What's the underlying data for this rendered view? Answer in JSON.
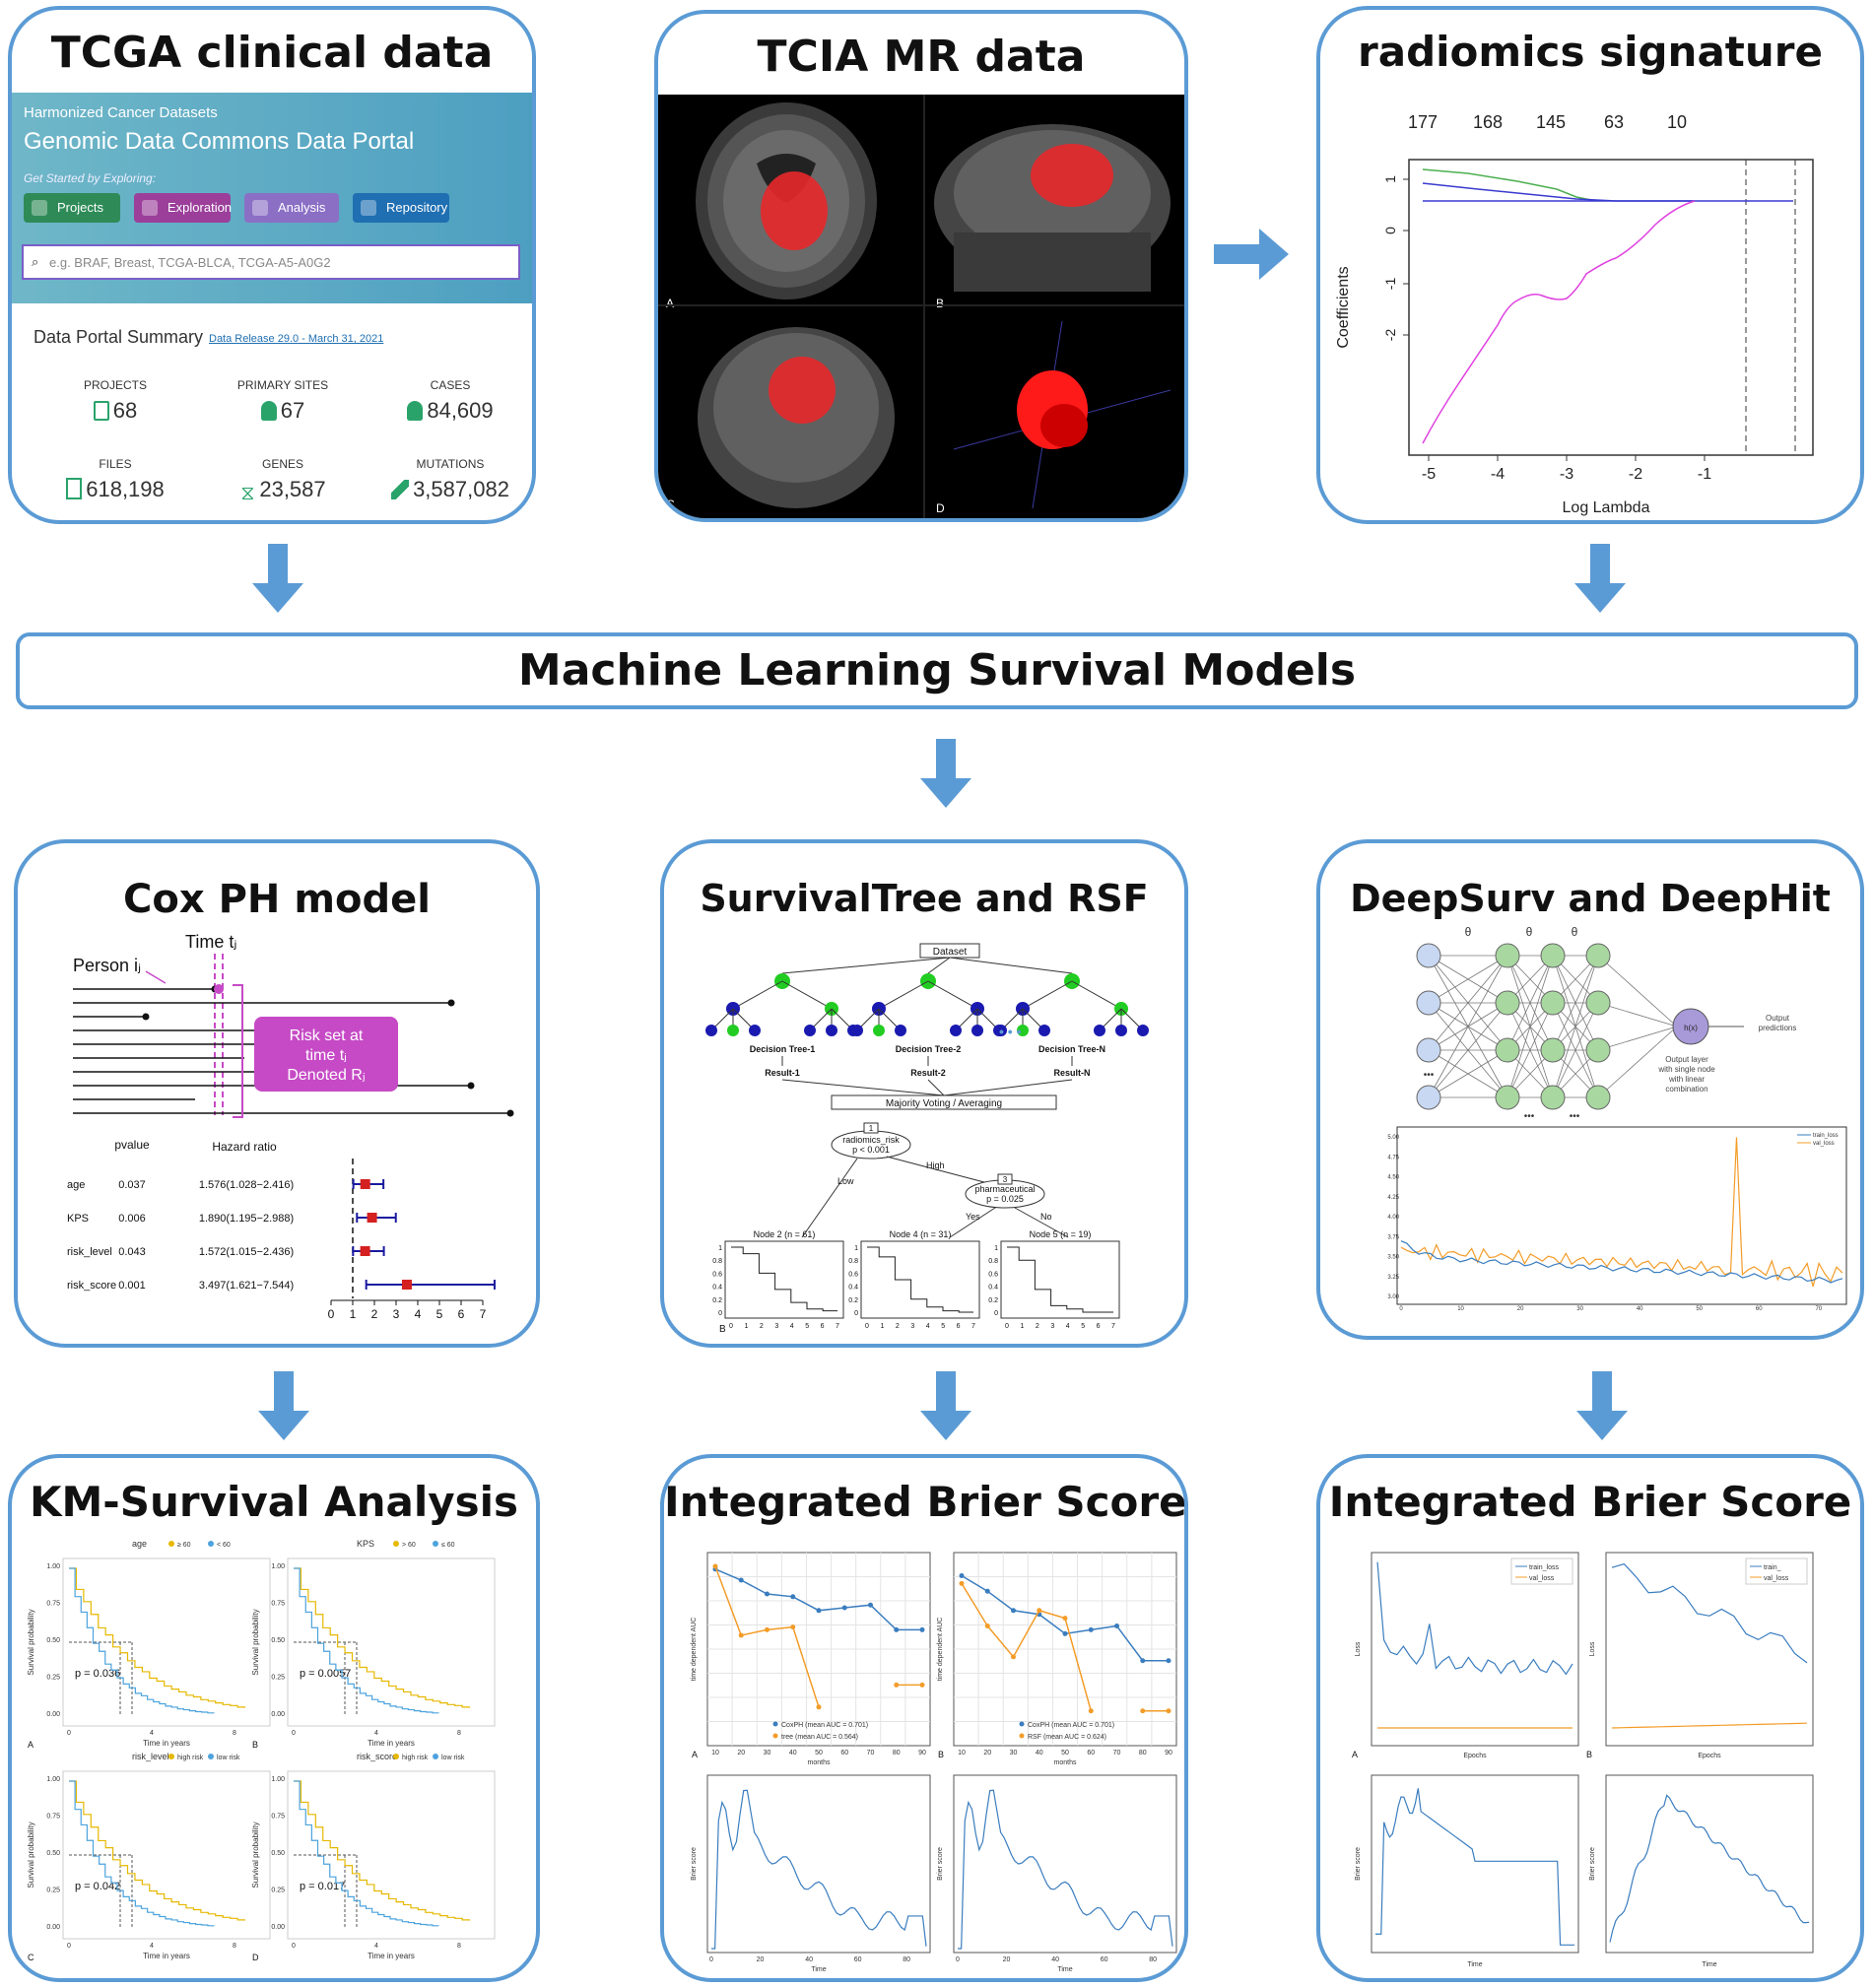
{
  "colors": {
    "border": "#5b9bd5",
    "arrow": "#5b9bd5",
    "tumor": "#e8282b",
    "purple": "#c64ac6",
    "green": "#9dd49d"
  },
  "panels": {
    "tcga": {
      "title": "TCGA clinical data"
    },
    "tcia": {
      "title": "TCIA MR data"
    },
    "radiomics": {
      "title": "radiomics signature"
    },
    "ml": {
      "title": "Machine Learning Survival Models"
    },
    "cox": {
      "title": "Cox PH model"
    },
    "tree": {
      "title": "SurvivalTree and RSF"
    },
    "deep": {
      "title": "DeepSurv and DeepHit"
    },
    "km": {
      "title": "KM-Survival Analysis"
    },
    "ibs1": {
      "title": "Integrated Brier Score"
    },
    "ibs2": {
      "title": "Integrated Brier Score"
    }
  },
  "gdc": {
    "subtitle": "Harmonized Cancer Datasets",
    "title": "Genomic Data Commons Data Portal",
    "explore": "Get Started by Exploring:",
    "buttons": [
      {
        "label": "Projects",
        "color": "#2e8b57"
      },
      {
        "label": "Exploration",
        "color": "#9b3f9b"
      },
      {
        "label": "Analysis",
        "color": "#8b6fc5"
      },
      {
        "label": "Repository",
        "color": "#1f6fb2"
      }
    ],
    "search_placeholder": "e.g. BRAF, Breast, TCGA-BLCA, TCGA-A5-A0G2",
    "summary": "Data Portal Summary",
    "release": "Data Release 29.0 - March 31, 2021",
    "stats": [
      {
        "label": "PROJECTS",
        "value": "68",
        "icon": "files-icon"
      },
      {
        "label": "PRIMARY SITES",
        "value": "67",
        "icon": "person-icon"
      },
      {
        "label": "CASES",
        "value": "84,609",
        "icon": "person-icon"
      },
      {
        "label": "FILES",
        "value": "618,198",
        "icon": "file-icon"
      },
      {
        "label": "GENES",
        "value": "23,587",
        "icon": "dna-icon"
      },
      {
        "label": "MUTATIONS",
        "value": "3,587,082",
        "icon": "mutation-icon"
      }
    ]
  },
  "mri": {
    "labels": [
      "A",
      "B",
      "C",
      "D"
    ]
  },
  "lasso": {
    "top_ticks": [
      "177",
      "168",
      "145",
      "63",
      "10"
    ],
    "x_ticks": [
      "-5",
      "-4",
      "-3",
      "-2",
      "-1"
    ],
    "y_ticks": [
      "1",
      "0",
      "-1",
      "-2"
    ],
    "xlabel": "Log Lambda",
    "ylabel": "Coefficients"
  },
  "cox": {
    "time_label": "Time tⱼ",
    "person_label": "Person iⱼ",
    "risk_lines": [
      "Risk set at",
      "time tⱼ",
      "Denoted Rⱼ"
    ],
    "col_pvalue": "pvalue",
    "col_hr": "Hazard ratio",
    "rows": [
      {
        "name": "age",
        "p": "0.037",
        "hr": "1.576(1.028−2.416)",
        "est": 1.576,
        "lo": 1.028,
        "hi": 2.416
      },
      {
        "name": "KPS",
        "p": "0.006",
        "hr": "1.890(1.195−2.988)",
        "est": 1.89,
        "lo": 1.195,
        "hi": 2.988
      },
      {
        "name": "risk_level",
        "p": "0.043",
        "hr": "1.572(1.015−2.436)",
        "est": 1.572,
        "lo": 1.015,
        "hi": 2.436
      },
      {
        "name": "risk_score",
        "p": "0.001",
        "hr": "3.497(1.621−7.544)",
        "est": 3.497,
        "lo": 1.621,
        "hi": 7.544
      }
    ],
    "axis_ticks": [
      "0",
      "1",
      "2",
      "3",
      "4",
      "5",
      "6",
      "7"
    ]
  },
  "tree": {
    "dataset": "Dataset",
    "trees": [
      "Decision Tree-1",
      "Decision Tree-2",
      "Decision Tree-N"
    ],
    "results": [
      "Result-1",
      "Result-2",
      "Result-N"
    ],
    "vote": "Majority Voting / Averaging",
    "node1": [
      "radiomics_risk",
      "p < 0.001"
    ],
    "node1_id": "1",
    "node3": [
      "pharmaceutical",
      "p = 0.025"
    ],
    "node3_id": "3",
    "branches": [
      "Low",
      "High",
      "Yes",
      "No"
    ],
    "leaves": [
      "Node 2 (n = 61)",
      "Node 4 (n = 31)",
      "Node 5 (n = 19)"
    ],
    "y_ticks": [
      "1",
      "0.8",
      "0.6",
      "0.4",
      "0.2",
      "0"
    ],
    "x_ticks": [
      "0",
      "1",
      "2",
      "3",
      "4",
      "5",
      "6",
      "7"
    ],
    "panel_label": "B"
  },
  "deep": {
    "theta": "θ",
    "output_label": [
      "Output",
      "predictions"
    ],
    "output_layer": [
      "Output layer",
      "with single node",
      "with linear",
      "combination"
    ],
    "node_label": "h(x)",
    "loss_legend": [
      "train_loss",
      "val_loss"
    ],
    "y_ticks": [
      "5.00",
      "4.75",
      "4.50",
      "4.25",
      "4.00",
      "3.75",
      "3.50",
      "3.25",
      "3.00"
    ],
    "x_ticks": [
      "0",
      "10",
      "20",
      "30",
      "40",
      "50",
      "60",
      "70"
    ]
  },
  "km": {
    "plots": [
      {
        "title": "age",
        "legend": [
          "≥ 60",
          "< 60"
        ],
        "p": "p = 0.036",
        "label": "A"
      },
      {
        "title": "KPS",
        "legend": [
          "> 60",
          "≤ 60"
        ],
        "p": "p = 0.0057",
        "label": "B"
      },
      {
        "title": "risk_level",
        "legend": [
          "high risk",
          "low risk"
        ],
        "p": "p = 0.042",
        "label": "C"
      },
      {
        "title": "risk_score",
        "legend": [
          "high risk",
          "low risk"
        ],
        "p": "p = 0.017",
        "label": "D"
      }
    ],
    "ylabel": "Survival probability",
    "xlabel": "Time in years",
    "y_ticks": [
      "1.00",
      "0.75",
      "0.50",
      "0.25",
      "0.00"
    ],
    "x_ticks": [
      "0",
      "4",
      "8"
    ]
  },
  "ibs1": {
    "auc": [
      {
        "legend": [
          "CoxPH (mean AUC = 0.701)",
          "tree (mean AUC = 0.564)"
        ],
        "label": "A"
      },
      {
        "legend": [
          "CoxPH (mean AUC = 0.701)",
          "RSF (mean AUC = 0.624)"
        ],
        "label": "B"
      }
    ],
    "auc_ylabel": "time dependent AUC",
    "auc_xlabel": "months",
    "auc_x_ticks": [
      "10",
      "20",
      "30",
      "40",
      "50",
      "60",
      "70",
      "80",
      "90"
    ],
    "brier_ylabel": "Brier score",
    "brier_xlabel": "Time",
    "brier_x_ticks": [
      "0",
      "20",
      "40",
      "60",
      "80"
    ]
  },
  "ibs2": {
    "loss_legend": [
      "train_loss",
      "val_loss"
    ],
    "loss_legend_b": [
      "train_",
      "val_loss"
    ],
    "loss_ylabel": "Loss",
    "loss_xlabel": "Epochs",
    "labels": [
      "A",
      "B"
    ],
    "brier_ylabel": "Brier score",
    "brier_xlabel": "Time"
  }
}
